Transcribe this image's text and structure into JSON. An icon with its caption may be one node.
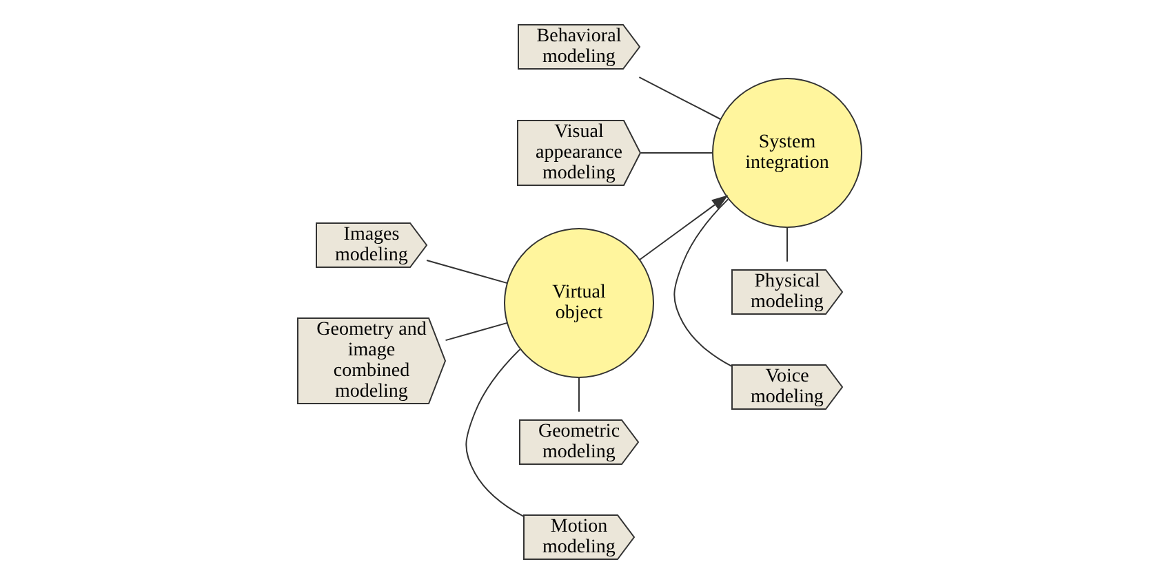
{
  "diagram": {
    "nodes": [
      {
        "text": [
          "Virtual object"
        ]
      },
      {
        "text": [
          "System integration"
        ]
      },
      {
        "text": [
          "Geometric modeling"
        ]
      },
      {
        "text": [
          "Images modeling"
        ]
      },
      {
        "text": [
          "Geometry and image combined modeling"
        ]
      },
      {
        "text": [
          "Motion modeling"
        ]
      },
      {
        "text": [
          "Physical modeling"
        ]
      },
      {
        "text": [
          "Behavioral modeling"
        ]
      },
      {
        "text": [
          "Visual appearance modeling"
        ]
      },
      {
        "text": [
          "Voice modeling"
        ]
      }
    ],
    "edges": [
      {
        "from": 0,
        "to": 1,
        "arrow": "to"
      },
      {
        "from": 2,
        "to": 0,
        "arrow": "none"
      },
      {
        "from": 3,
        "to": 0,
        "arrow": "none"
      },
      {
        "from": 4,
        "to": 0,
        "arrow": "none"
      },
      {
        "from": 5,
        "to": 0,
        "arrow": "none"
      },
      {
        "from": 6,
        "to": 1,
        "arrow": "none"
      },
      {
        "from": 7,
        "to": 1,
        "arrow": "none"
      },
      {
        "from": 8,
        "to": 1,
        "arrow": "none"
      },
      {
        "from": 9,
        "to": 1,
        "arrow": "none"
      }
    ]
  }
}
